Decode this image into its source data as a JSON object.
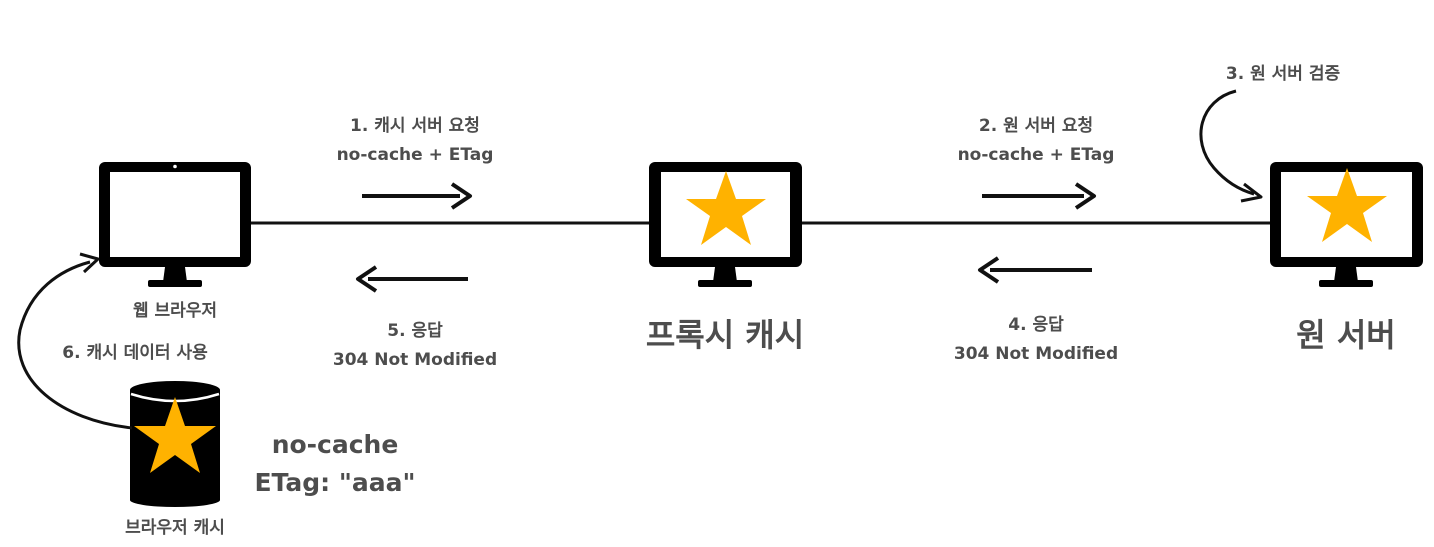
{
  "nodes": {
    "browser": {
      "label": "웹 브라우저"
    },
    "proxy": {
      "label": "프록시 캐시"
    },
    "origin": {
      "label": "원 서버"
    },
    "browser_cache": {
      "label": "브라우저 캐시"
    }
  },
  "steps": {
    "step1": {
      "title": "1. 캐시 서버 요청",
      "detail": "no-cache + ETag"
    },
    "step2": {
      "title": "2. 원 서버 요청",
      "detail": "no-cache + ETag"
    },
    "step3": {
      "title": "3. 원 서버 검증"
    },
    "step4": {
      "title": "4. 응답",
      "detail": "304 Not Modified"
    },
    "step5": {
      "title": "5. 응답",
      "detail": "304 Not Modified"
    },
    "step6": {
      "title": "6. 캐시 데이터 사용"
    }
  },
  "cache_headers": {
    "line1": "no-cache",
    "line2": "ETag: \"aaa\""
  },
  "colors": {
    "star": "#FFB200",
    "monitor": "#000000",
    "text": "#4d4d4d"
  }
}
